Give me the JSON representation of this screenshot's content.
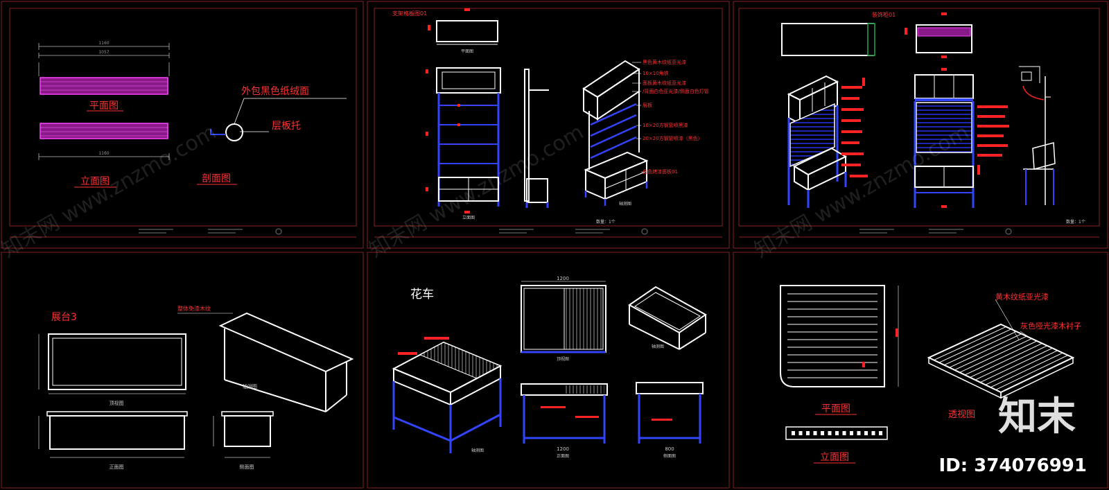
{
  "sheets": {
    "s1": {
      "plan_title": "平面图",
      "elev_title": "立面图",
      "section_title": "剖面图",
      "note_wrap": "外包黑色纸绒面",
      "note_bracket": "层板托",
      "dim_top1": "1160",
      "dim_top2": "1057",
      "dim_bottom": "1160"
    },
    "s2": {
      "note_top": "支架格板图01",
      "plan_caption": "平面图",
      "front_caption": "立面图",
      "iso_caption": "轴测图",
      "qty_caption": "数量：1个",
      "notes": [
        "黑色黄木纹纸亚光漆",
        "10×10角铁",
        "面板黄木纹纸亚光漆",
        "/背面白色亚光漆/侧面白色灯管",
        "层板",
        "10×20方钢管喷黑漆",
        "20×20方钢管喷漆（黑色）",
        "白色烤漆面板01"
      ]
    },
    "s3": {
      "note_top": "装饰柜01",
      "qty_caption": "数量：1个"
    },
    "s4": {
      "title": "展台3",
      "note_iso": "整体免漆木纹",
      "top_caption": "顶视图",
      "iso_caption": "轴测图",
      "front_caption": "正面图",
      "side_caption": "侧面图"
    },
    "s5": {
      "title": "花车",
      "top_caption": "顶视图",
      "box_caption": "轴测图",
      "iso_caption": "轴测图",
      "front_caption": "正面图",
      "side_caption": "侧面图",
      "dim_top": "1200",
      "dim_front": "1200",
      "dim_side": "800"
    },
    "s6": {
      "plan_title": "平面图",
      "elev_title": "立面图",
      "iso_title": "透视图",
      "note1": "黄木纹纸亚光漆",
      "note2": "灰色哑光漆木衬子"
    }
  },
  "watermark": {
    "brand": "知末",
    "id_text": "ID: 374076991",
    "diag_text": "知末网 www.znzmo.com"
  },
  "colors": {
    "frame": "#8a2020",
    "line": "#ffffff",
    "blue": "#2233ee",
    "magenta": "#dd22dd",
    "red": "#ff2222"
  }
}
